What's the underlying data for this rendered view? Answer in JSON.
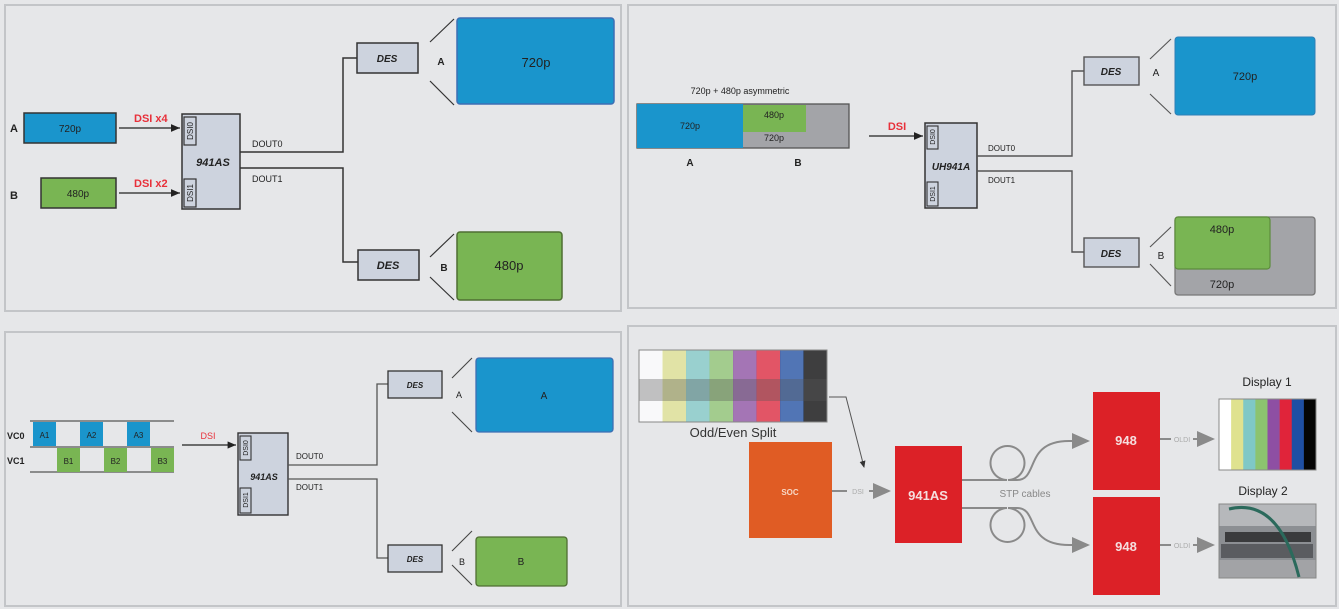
{
  "panel_tl": {
    "inputs": [
      {
        "letter": "A",
        "label": "720p",
        "link": "DSI x4",
        "port": "DSI0"
      },
      {
        "letter": "B",
        "label": "480p",
        "link": "DSI x2",
        "port": "DSI1"
      }
    ],
    "chip": "941AS",
    "outputs": [
      "DOUT0",
      "DOUT1"
    ],
    "des": [
      "DES",
      "DES"
    ],
    "displays": [
      {
        "letter": "A",
        "label": "720p"
      },
      {
        "letter": "B",
        "label": "480p"
      }
    ]
  },
  "panel_tr": {
    "frame_title": "720p + 480p asymmetric",
    "frame_a": "720p",
    "frame_b_top": "480p",
    "frame_b_bottom": "720p",
    "frame_labels": [
      "A",
      "B"
    ],
    "link": "DSI",
    "ports": [
      "DSI0",
      "DSI1"
    ],
    "chip": "UH941A",
    "outputs": [
      "DOUT0",
      "DOUT1"
    ],
    "des": [
      "DES",
      "DES"
    ],
    "displays": [
      {
        "letter": "A",
        "label": "720p"
      },
      {
        "letter": "B",
        "label_top": "480p",
        "label_bottom": "720p"
      }
    ]
  },
  "panel_bl": {
    "channels": [
      "VC0",
      "VC1"
    ],
    "vc0_packets": [
      "A1",
      "A2",
      "A3"
    ],
    "vc1_packets": [
      "B1",
      "B2",
      "B3"
    ],
    "link": "DSI",
    "ports": [
      "DSI0",
      "DSI1"
    ],
    "chip": "941AS",
    "outputs": [
      "DOUT0",
      "DOUT1"
    ],
    "des": [
      "DES",
      "DES"
    ],
    "displays": [
      {
        "letter": "A",
        "label": "A"
      },
      {
        "letter": "B",
        "label": "B"
      }
    ]
  },
  "panel_br": {
    "split_caption": "Odd/Even Split",
    "soc": "SOC",
    "link": "DSI",
    "chip": "941AS",
    "cable_label": "STP cables",
    "deserializers": [
      "948",
      "948"
    ],
    "oldi": [
      "OLDI",
      "OLDI"
    ],
    "display_titles": [
      "Display 1",
      "Display 2"
    ],
    "color_bars": [
      "#ffffff",
      "#dfe28f",
      "#7fc8c6",
      "#8cc36f",
      "#8e4fa3",
      "#e0243a",
      "#1f4fa3",
      "#050505"
    ]
  },
  "colors": {
    "blue": "#1a95cc",
    "green": "#79b553",
    "gray": "#a3a4a8",
    "chip": "#cdd3de",
    "red_link": "#e8303a",
    "soc": "#e05c24",
    "red_chip": "#dc2127"
  }
}
